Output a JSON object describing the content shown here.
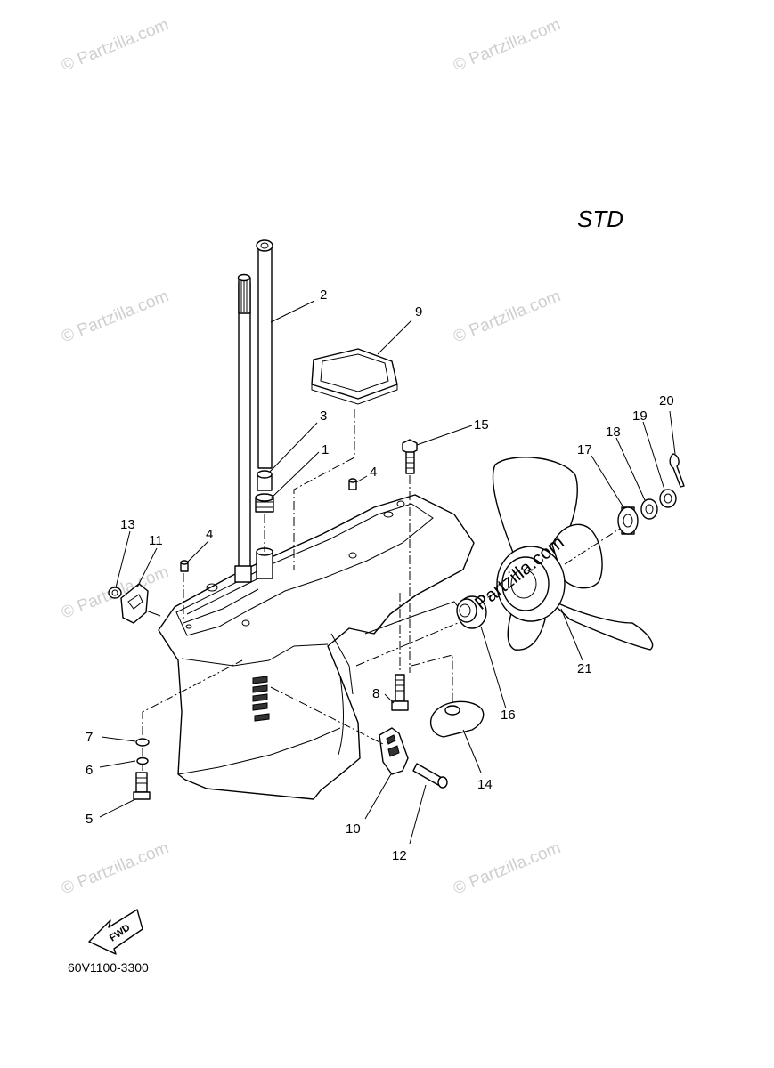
{
  "diagram": {
    "variant_label": "STD",
    "diagram_code": "60V1100-3300",
    "direction_label": "FWD",
    "watermark_text": "© Partzilla.com",
    "overlay_watermark_text": "Partzilla.com",
    "callouts": {
      "c1": "1",
      "c2": "2",
      "c3": "3",
      "c4a": "4",
      "c4b": "4",
      "c5": "5",
      "c6": "6",
      "c7": "7",
      "c8": "8",
      "c9": "9",
      "c10": "10",
      "c11": "11",
      "c12": "12",
      "c13": "13",
      "c14": "14",
      "c15": "15",
      "c16": "16",
      "c17": "17",
      "c18": "18",
      "c19": "19",
      "c20": "20",
      "c21": "21"
    }
  }
}
